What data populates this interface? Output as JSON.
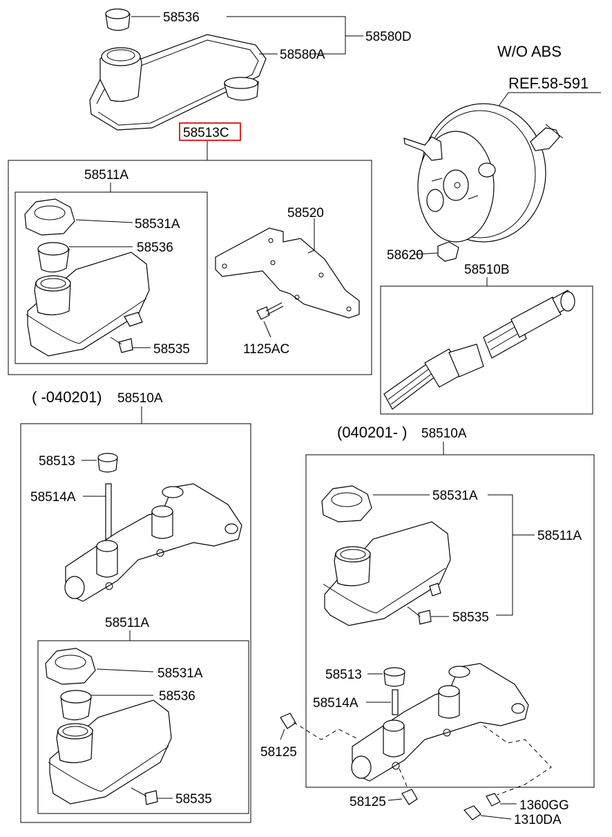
{
  "labels": {
    "top_cap": "58536",
    "top_assy": "58580D",
    "top_reservoir": "58580A",
    "highlighted": "58513C",
    "kit_reservoir": "58511A",
    "kit_cap": "58531A",
    "kit_seal": "58536",
    "kit_bracket": "58520",
    "kit_pin": "58535",
    "kit_bolt": "1125AC",
    "wo_abs": "W/O ABS",
    "ref": "REF.58-591",
    "booster_part": "58620",
    "piston_kit": "58510B",
    "left_period": "( -040201)",
    "left_assy": "58510A",
    "left_grommet": "58513",
    "left_pin": "58514A",
    "left_sub_reservoir": "58511A",
    "left_sub_cap": "58531A",
    "left_sub_seal": "58536",
    "left_sub_pin": "58535",
    "right_period": "(040201- )",
    "right_assy": "58510A",
    "right_cap": "58531A",
    "right_reservoir": "58511A",
    "right_pin": "58535",
    "right_grommet": "58513",
    "right_pin2": "58514A",
    "right_bleeder1": "58125",
    "right_bleeder2": "58125",
    "washer": "1360GG",
    "nut": "1310DA"
  },
  "colors": {
    "highlight": "#e0262c",
    "ink": "#000000"
  }
}
